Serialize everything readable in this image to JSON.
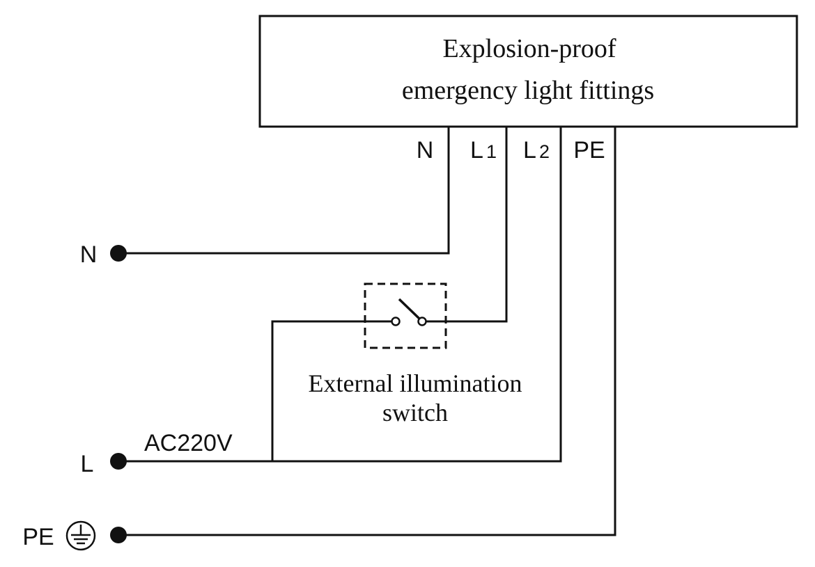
{
  "device": {
    "title_line1": "Explosion-proof",
    "title_line2": "emergency light fittings"
  },
  "terminals": {
    "n": "N",
    "l1_main": "L",
    "l1_sub": "1",
    "l2_main": "L",
    "l2_sub": "2",
    "pe": "PE"
  },
  "supply": {
    "n_label": "N",
    "l_label": "L",
    "pe_label": "PE",
    "voltage": "AC220V"
  },
  "switch": {
    "label_line1": "External illumination",
    "label_line2": "switch"
  },
  "colors": {
    "line": "#111111",
    "background": "#ffffff"
  }
}
